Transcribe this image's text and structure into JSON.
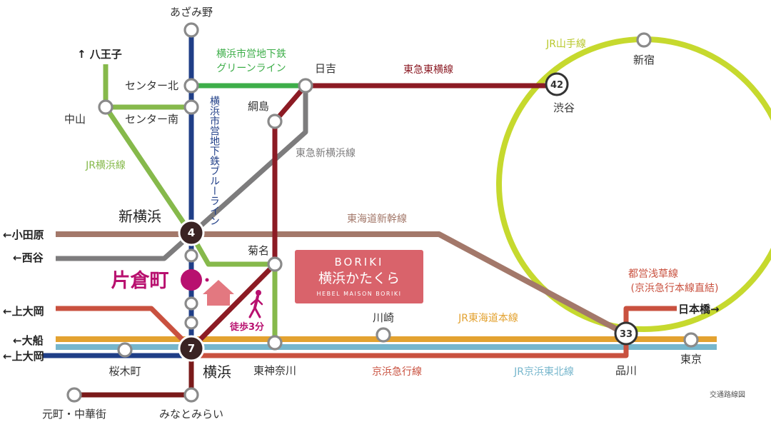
{
  "colors": {
    "blue_line": "#1f3e87",
    "green_line": "#3dae49",
    "jr_yokohama": "#86b94b",
    "toyoko": "#8c1b24",
    "shin_yokohama_line": "#7d7c7d",
    "tokaido_shinkansen": "#a3786a",
    "keikyu": "#c9513f",
    "tokaido": "#e3a230",
    "keihin_tohoku": "#76b6cc",
    "yamanote": "#c6d92e",
    "asakusa": "#c9513f",
    "minatomirai": "#7a1a1a",
    "current": "#b8106f",
    "brand_box": "#d9636b",
    "house": "#e37880"
  },
  "stations": {
    "azamino": "あざみ野",
    "center_kita": "センター北",
    "center_minami": "センター南",
    "nakayama": "中山",
    "hiyoshi": "日吉",
    "tsunashima": "綱島",
    "shibuya": "渋谷",
    "shinjuku": "新宿",
    "shin_yokohama": "新横浜",
    "kikuna": "菊名",
    "katakuramachi": "片倉町",
    "yokohama": "横浜",
    "higashi_kanagawa": "東神奈川",
    "sakuragicho": "桜木町",
    "minatomirai": "みなとみらい",
    "motomachi": "元町・中華街",
    "kawasaki": "川崎",
    "shinagawa": "品川",
    "tokyo": "東京"
  },
  "directions": {
    "hachioji": "↑ 八王子",
    "odawara": "←小田原",
    "nishiya": "←西谷",
    "kamiooka_1": "←上大岡",
    "ofuna": "←大船",
    "kamiooka_2": "←上大岡",
    "nihonbashi": "日本橋→"
  },
  "lines": {
    "green_1": "横浜市営地下鉄",
    "green_2": "グリーンライン",
    "blue": "横浜市営地下鉄ブルーライン",
    "jr_yokohama": "JR横浜線",
    "toyoko": "東急東横線",
    "shin_yokohama": "東急新横浜線",
    "shinkansen": "東海道新幹線",
    "yamanote": "JR山手線",
    "asakusa_1": "都営浅草線",
    "asakusa_2": "(京浜急行本線直結)",
    "tokaido": "JR東海道本線",
    "keikyu": "京浜急行線",
    "keihin_tohoku": "JR京浜東北線"
  },
  "hubs": {
    "shin_yokohama": "4",
    "shibuya": "42",
    "yokohama": "7",
    "shinagawa": "33"
  },
  "walk": "徒歩3分",
  "brand": {
    "line1": "BORIKI",
    "line2": "横浜かたくら",
    "line3": "HEBEL MAISON BORIKI"
  },
  "caption": "交通路線図"
}
